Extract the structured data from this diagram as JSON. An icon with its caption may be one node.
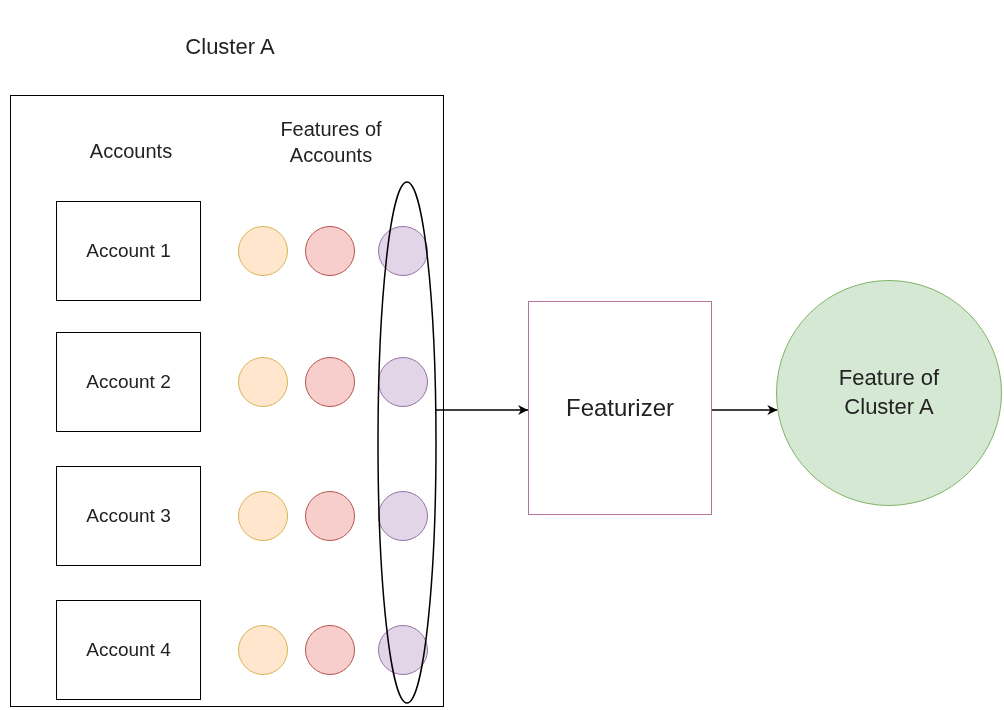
{
  "diagram": {
    "nodes": [
      {
        "text": [
          "Cluster A"
        ]
      },
      {
        "text": [
          "Account 1"
        ],
        "in": 0
      },
      {
        "text": [
          "Account 2"
        ],
        "in": 0
      },
      {
        "text": [
          "Account 3"
        ],
        "in": 0
      },
      {
        "text": [
          "Account 4"
        ],
        "in": 0
      },
      {
        "text": [],
        "shape": "ellipse",
        "in": 0
      },
      {
        "text": [],
        "shape": "circle",
        "in": 0
      },
      {
        "text": [],
        "shape": "circle",
        "in": 0
      },
      {
        "text": [],
        "shape": "circle",
        "in": 5
      },
      {
        "text": [],
        "shape": "circle",
        "in": 0
      },
      {
        "text": [],
        "shape": "circle",
        "in": 0
      },
      {
        "text": [],
        "shape": "circle",
        "in": 5
      },
      {
        "text": [],
        "shape": "circle",
        "in": 0
      },
      {
        "text": [],
        "shape": "circle",
        "in": 0
      },
      {
        "text": [],
        "shape": "circle",
        "in": 5
      },
      {
        "text": [],
        "shape": "circle",
        "in": 0
      },
      {
        "text": [],
        "shape": "circle",
        "in": 0
      },
      {
        "text": [],
        "shape": "circle",
        "in": 5
      },
      {
        "text": [
          "Featurizer"
        ]
      },
      {
        "text": [
          "Feature of Cluster A"
        ]
      }
    ],
    "edges": [
      {
        "from": 5,
        "to": 18,
        "arrow": "to"
      },
      {
        "from": 18,
        "to": 19,
        "arrow": "to"
      }
    ],
    "labels": [
      "Accounts",
      "Features of Accounts"
    ]
  }
}
